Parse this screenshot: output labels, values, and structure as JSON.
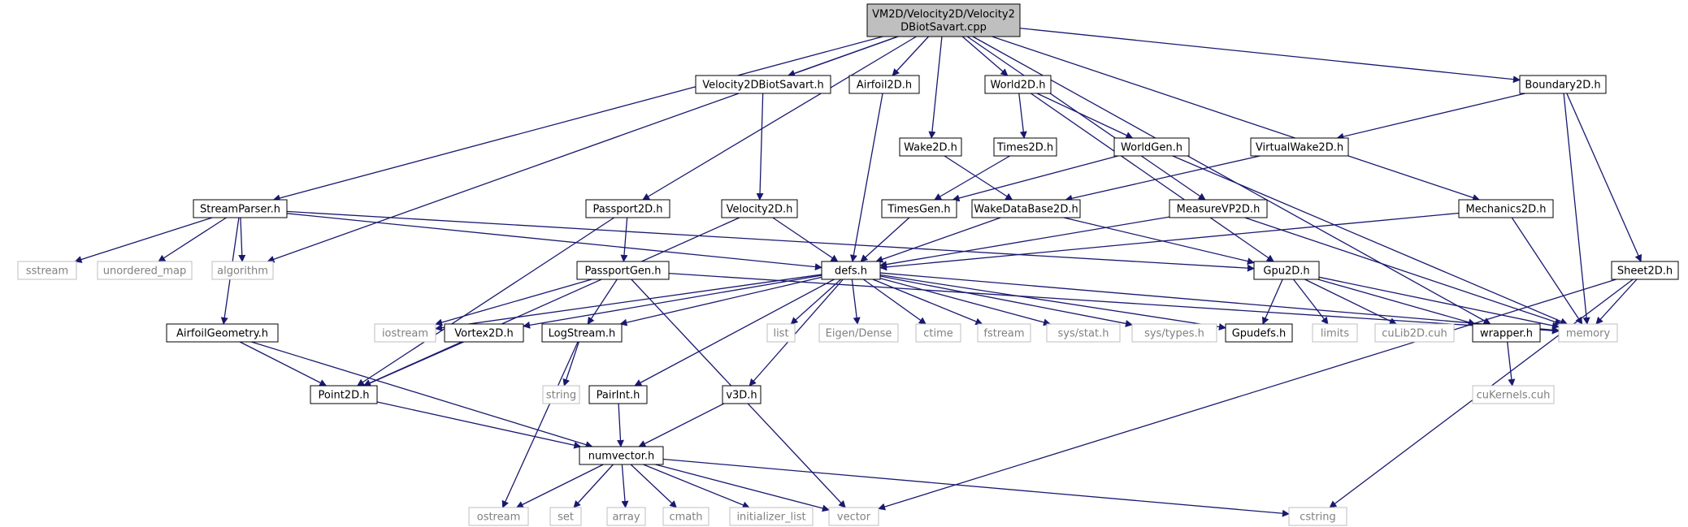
{
  "diagram": {
    "colors": {
      "edge": "#191970",
      "box_border": "#000000",
      "ghost_border": "#bfbfbf",
      "ghost_text": "#808080",
      "root_fill": "#bfbfbf",
      "text": "#000000"
    },
    "nodes": [
      {
        "id": "root",
        "lines": [
          "VM2D/Velocity2D/Velocity2",
          "DBiotSavart.cpp"
        ],
        "kind": "root"
      },
      {
        "id": "n_velbs_h",
        "lines": [
          "Velocity2DBiotSavart.h"
        ],
        "kind": "box"
      },
      {
        "id": "n_airfoil2d",
        "lines": [
          "Airfoil2D.h"
        ],
        "kind": "box"
      },
      {
        "id": "n_world2d",
        "lines": [
          "World2D.h"
        ],
        "kind": "box"
      },
      {
        "id": "n_boundary2d",
        "lines": [
          "Boundary2D.h"
        ],
        "kind": "box"
      },
      {
        "id": "n_wake2d",
        "lines": [
          "Wake2D.h"
        ],
        "kind": "box"
      },
      {
        "id": "n_times2d",
        "lines": [
          "Times2D.h"
        ],
        "kind": "box"
      },
      {
        "id": "n_worldgen",
        "lines": [
          "WorldGen.h"
        ],
        "kind": "box"
      },
      {
        "id": "n_virtualwake",
        "lines": [
          "VirtualWake2D.h"
        ],
        "kind": "box"
      },
      {
        "id": "n_streamparser",
        "lines": [
          "StreamParser.h"
        ],
        "kind": "box"
      },
      {
        "id": "n_passport2d",
        "lines": [
          "Passport2D.h"
        ],
        "kind": "box"
      },
      {
        "id": "n_velocity2d",
        "lines": [
          "Velocity2D.h"
        ],
        "kind": "box"
      },
      {
        "id": "n_timesgen",
        "lines": [
          "TimesGen.h"
        ],
        "kind": "box"
      },
      {
        "id": "n_wakedb",
        "lines": [
          "WakeDataBase2D.h"
        ],
        "kind": "box"
      },
      {
        "id": "n_measurevp",
        "lines": [
          "MeasureVP2D.h"
        ],
        "kind": "box"
      },
      {
        "id": "n_mechanics",
        "lines": [
          "Mechanics2D.h"
        ],
        "kind": "box"
      },
      {
        "id": "n_sheet2d",
        "lines": [
          "Sheet2D.h"
        ],
        "kind": "box"
      },
      {
        "id": "n_sstream",
        "lines": [
          "sstream"
        ],
        "kind": "ghost"
      },
      {
        "id": "n_unordered",
        "lines": [
          "unordered_map"
        ],
        "kind": "ghost"
      },
      {
        "id": "n_algorithm",
        "lines": [
          "algorithm"
        ],
        "kind": "ghost"
      },
      {
        "id": "n_passportgen",
        "lines": [
          "PassportGen.h"
        ],
        "kind": "box"
      },
      {
        "id": "n_defs",
        "lines": [
          "defs.h"
        ],
        "kind": "box"
      },
      {
        "id": "n_gpu2d",
        "lines": [
          "Gpu2D.h"
        ],
        "kind": "box"
      },
      {
        "id": "n_airfoilgeom",
        "lines": [
          "AirfoilGeometry.h"
        ],
        "kind": "box"
      },
      {
        "id": "n_iostream",
        "lines": [
          "iostream"
        ],
        "kind": "ghost"
      },
      {
        "id": "n_vortex2d",
        "lines": [
          "Vortex2D.h"
        ],
        "kind": "box"
      },
      {
        "id": "n_logstream",
        "lines": [
          "LogStream.h"
        ],
        "kind": "box"
      },
      {
        "id": "n_list",
        "lines": [
          "list"
        ],
        "kind": "ghost"
      },
      {
        "id": "n_eigen",
        "lines": [
          "Eigen/Dense"
        ],
        "kind": "ghost"
      },
      {
        "id": "n_ctime",
        "lines": [
          "ctime"
        ],
        "kind": "ghost"
      },
      {
        "id": "n_fstream",
        "lines": [
          "fstream"
        ],
        "kind": "ghost"
      },
      {
        "id": "n_sysstat",
        "lines": [
          "sys/stat.h"
        ],
        "kind": "ghost"
      },
      {
        "id": "n_systypes",
        "lines": [
          "sys/types.h"
        ],
        "kind": "ghost"
      },
      {
        "id": "n_gpudefs",
        "lines": [
          "Gpudefs.h"
        ],
        "kind": "box"
      },
      {
        "id": "n_limits",
        "lines": [
          "limits"
        ],
        "kind": "ghost"
      },
      {
        "id": "n_culib",
        "lines": [
          "cuLib2D.cuh"
        ],
        "kind": "ghost"
      },
      {
        "id": "n_wrapper",
        "lines": [
          "wrapper.h"
        ],
        "kind": "box"
      },
      {
        "id": "n_memory",
        "lines": [
          "memory"
        ],
        "kind": "ghost"
      },
      {
        "id": "n_point2d",
        "lines": [
          "Point2D.h"
        ],
        "kind": "box"
      },
      {
        "id": "n_string",
        "lines": [
          "string"
        ],
        "kind": "ghost"
      },
      {
        "id": "n_pairint",
        "lines": [
          "PairInt.h"
        ],
        "kind": "box"
      },
      {
        "id": "n_v3d",
        "lines": [
          "v3D.h"
        ],
        "kind": "box"
      },
      {
        "id": "n_cukernels",
        "lines": [
          "cuKernels.cuh"
        ],
        "kind": "ghost"
      },
      {
        "id": "n_numvector",
        "lines": [
          "numvector.h"
        ],
        "kind": "box"
      },
      {
        "id": "n_ostream",
        "lines": [
          "ostream"
        ],
        "kind": "ghost"
      },
      {
        "id": "n_set",
        "lines": [
          "set"
        ],
        "kind": "ghost"
      },
      {
        "id": "n_array",
        "lines": [
          "array"
        ],
        "kind": "ghost"
      },
      {
        "id": "n_cmath",
        "lines": [
          "cmath"
        ],
        "kind": "ghost"
      },
      {
        "id": "n_initlist",
        "lines": [
          "initializer_list"
        ],
        "kind": "ghost"
      },
      {
        "id": "n_vector",
        "lines": [
          "vector"
        ],
        "kind": "ghost"
      },
      {
        "id": "n_cstring",
        "lines": [
          "cstring"
        ],
        "kind": "ghost"
      }
    ],
    "edges": [
      [
        "root",
        "n_velbs_h"
      ],
      [
        "root",
        "n_airfoil2d"
      ],
      [
        "root",
        "n_world2d"
      ],
      [
        "root",
        "n_boundary2d"
      ],
      [
        "root",
        "n_wake2d"
      ],
      [
        "root",
        "n_streamparser"
      ],
      [
        "root",
        "n_passport2d"
      ],
      [
        "root",
        "n_algorithm"
      ],
      [
        "root",
        "n_measurevp"
      ],
      [
        "root",
        "n_mechanics"
      ],
      [
        "root",
        "n_wrapper"
      ],
      [
        "n_velbs_h",
        "n_velocity2d"
      ],
      [
        "n_airfoil2d",
        "n_defs"
      ],
      [
        "n_world2d",
        "n_times2d"
      ],
      [
        "n_world2d",
        "n_worldgen"
      ],
      [
        "n_world2d",
        "n_gpu2d"
      ],
      [
        "n_boundary2d",
        "n_virtualwake"
      ],
      [
        "n_boundary2d",
        "n_memory"
      ],
      [
        "n_boundary2d",
        "n_sheet2d"
      ],
      [
        "n_wake2d",
        "n_wakedb"
      ],
      [
        "n_times2d",
        "n_timesgen"
      ],
      [
        "n_worldgen",
        "n_timesgen"
      ],
      [
        "n_worldgen",
        "n_memory"
      ],
      [
        "n_virtualwake",
        "n_wakedb"
      ],
      [
        "n_streamparser",
        "n_sstream"
      ],
      [
        "n_streamparser",
        "n_unordered"
      ],
      [
        "n_streamparser",
        "n_algorithm"
      ],
      [
        "n_streamparser",
        "n_airfoilgeom"
      ],
      [
        "n_streamparser",
        "n_defs"
      ],
      [
        "n_streamparser",
        "n_gpu2d"
      ],
      [
        "n_passport2d",
        "n_passportgen"
      ],
      [
        "n_passport2d",
        "n_point2d"
      ],
      [
        "n_velocity2d",
        "n_defs"
      ],
      [
        "n_velocity2d",
        "n_point2d"
      ],
      [
        "n_timesgen",
        "n_defs"
      ],
      [
        "n_wakedb",
        "n_defs"
      ],
      [
        "n_wakedb",
        "n_gpu2d"
      ],
      [
        "n_measurevp",
        "n_defs"
      ],
      [
        "n_measurevp",
        "n_memory"
      ],
      [
        "n_mechanics",
        "n_defs"
      ],
      [
        "n_mechanics",
        "n_memory"
      ],
      [
        "n_sheet2d",
        "n_memory"
      ],
      [
        "n_sheet2d",
        "n_vector"
      ],
      [
        "n_sheet2d",
        "n_cstring"
      ],
      [
        "n_passportgen",
        "n_iostream"
      ],
      [
        "n_passportgen",
        "n_logstream"
      ],
      [
        "n_passportgen",
        "n_memory"
      ],
      [
        "n_passportgen",
        "n_vector"
      ],
      [
        "n_defs",
        "n_iostream"
      ],
      [
        "n_defs",
        "n_vortex2d"
      ],
      [
        "n_defs",
        "n_logstream"
      ],
      [
        "n_defs",
        "n_list"
      ],
      [
        "n_defs",
        "n_eigen"
      ],
      [
        "n_defs",
        "n_ctime"
      ],
      [
        "n_defs",
        "n_fstream"
      ],
      [
        "n_defs",
        "n_sysstat"
      ],
      [
        "n_defs",
        "n_systypes"
      ],
      [
        "n_defs",
        "n_gpudefs"
      ],
      [
        "n_defs",
        "n_memory"
      ],
      [
        "n_defs",
        "n_pairint"
      ],
      [
        "n_defs",
        "n_v3d"
      ],
      [
        "n_gpu2d",
        "n_gpudefs"
      ],
      [
        "n_gpu2d",
        "n_limits"
      ],
      [
        "n_gpu2d",
        "n_culib"
      ],
      [
        "n_gpu2d",
        "n_wrapper"
      ],
      [
        "n_gpu2d",
        "n_memory"
      ],
      [
        "n_wrapper",
        "n_cukernels"
      ],
      [
        "n_airfoilgeom",
        "n_point2d"
      ],
      [
        "n_airfoilgeom",
        "n_numvector"
      ],
      [
        "n_vortex2d",
        "n_point2d"
      ],
      [
        "n_logstream",
        "n_string"
      ],
      [
        "n_logstream",
        "n_ostream"
      ],
      [
        "n_point2d",
        "n_numvector"
      ],
      [
        "n_pairint",
        "n_numvector"
      ],
      [
        "n_v3d",
        "n_numvector"
      ],
      [
        "n_numvector",
        "n_ostream"
      ],
      [
        "n_numvector",
        "n_set"
      ],
      [
        "n_numvector",
        "n_array"
      ],
      [
        "n_numvector",
        "n_cmath"
      ],
      [
        "n_numvector",
        "n_initlist"
      ],
      [
        "n_numvector",
        "n_vector"
      ],
      [
        "n_numvector",
        "n_cstring"
      ]
    ]
  }
}
